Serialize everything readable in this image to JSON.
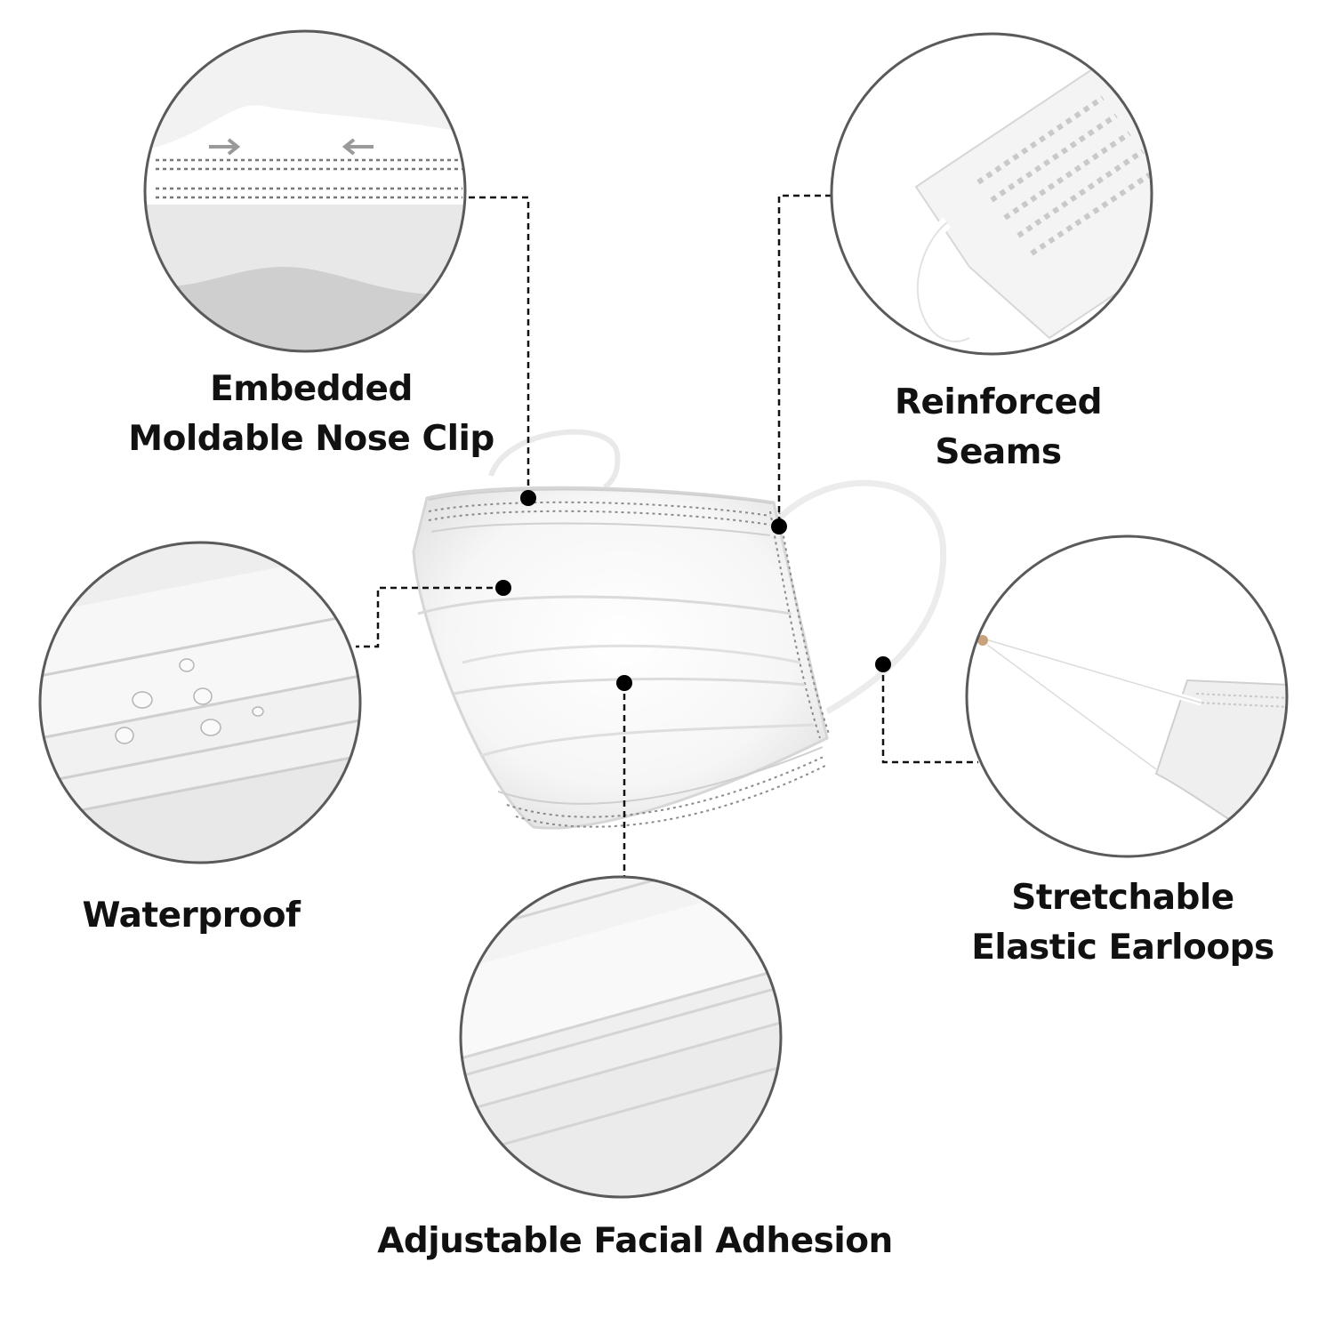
{
  "features": [
    {
      "id": "nose-clip",
      "lines": [
        "Embedded",
        "Moldable Nose Clip"
      ],
      "icon": "nose-clip-closeup"
    },
    {
      "id": "seams",
      "lines": [
        "Reinforced",
        "Seams"
      ],
      "icon": "seam-closeup"
    },
    {
      "id": "waterproof",
      "lines": [
        "Waterproof"
      ],
      "icon": "water-droplets-closeup"
    },
    {
      "id": "earloops",
      "lines": [
        "Stretchable",
        "Elastic Earloops"
      ],
      "icon": "earloop-closeup"
    },
    {
      "id": "adhesion",
      "lines": [
        "Adjustable Facial Adhesion"
      ],
      "icon": "pleats-closeup"
    }
  ],
  "colors": {
    "background": "#ffffff",
    "circle_border": "#5a5a5a",
    "connector": "#111111",
    "text": "#111111",
    "mask": "#ffffff",
    "mask_shadow": "#d9d9d9"
  }
}
